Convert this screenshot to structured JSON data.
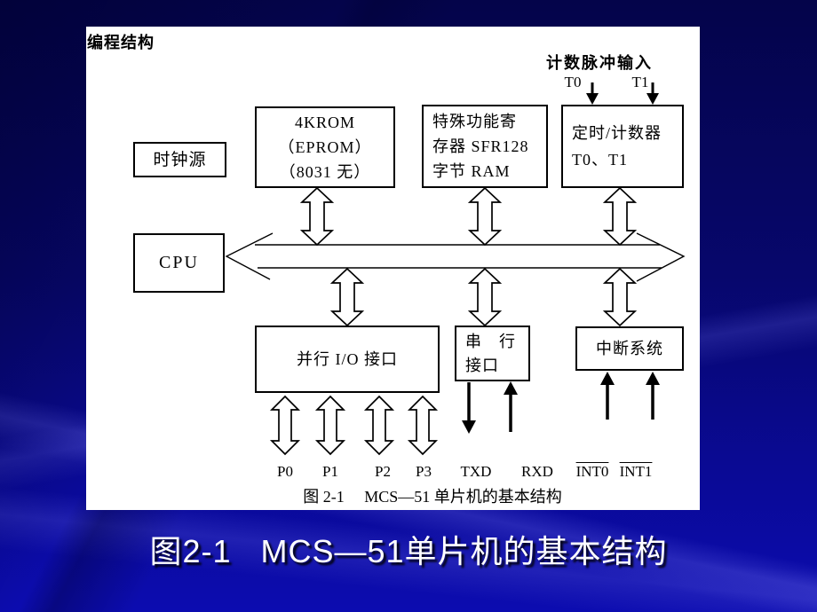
{
  "slide": {
    "corner_label": "编程结构",
    "title": "图2-1   MCS—51单片机的基本结构",
    "colors": {
      "background_top": "#04044a",
      "background_bottom": "#0c0cb0",
      "panel": "#ffffff",
      "diagram_line": "#000000",
      "title_text": "#ffffff"
    }
  },
  "diagram": {
    "pulse_input_label": "计数脉冲输入",
    "pulse_t0": "T0",
    "pulse_t1": "T1",
    "boxes": {
      "clock": {
        "lines": [
          "时钟源"
        ]
      },
      "rom": {
        "lines": [
          "4KROM",
          "（EPROM）",
          "（8031 无）"
        ]
      },
      "sfr": {
        "lines": [
          "特殊功能寄",
          "存器 SFR128",
          "字节 RAM"
        ]
      },
      "timer": {
        "lines": [
          "定时/计数器",
          "T0、T1"
        ]
      },
      "cpu": {
        "lines": [
          "CPU"
        ]
      },
      "parallel": {
        "lines": [
          "并行 I/O 接口"
        ]
      },
      "serial": {
        "lines": [
          "串　行",
          "接口"
        ]
      },
      "interrupt": {
        "lines": [
          "中断系统"
        ]
      }
    },
    "ports": [
      "P0",
      "P1",
      "P2",
      "P3",
      "TXD",
      "RXD",
      "INT0",
      "INT1"
    ],
    "caption": "图 2-1     MCS—51 单片机的基本结构"
  }
}
